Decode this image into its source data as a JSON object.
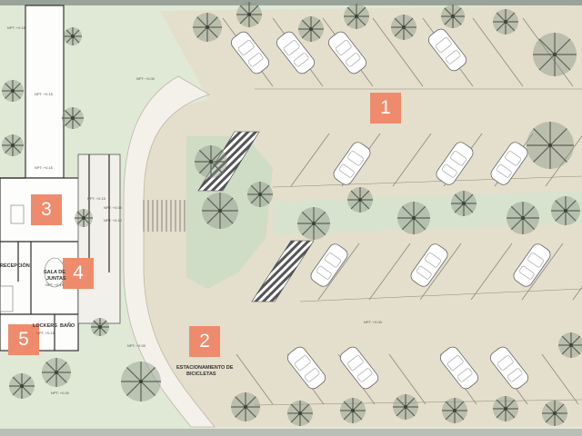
{
  "markers": [
    "1",
    "2",
    "3",
    "4",
    "5"
  ],
  "labels": {
    "level_parking_center": "NPT: +0.00",
    "level_parking_top": "NPT: +0.00",
    "level_corridor_a": "NPT: +0.15",
    "level_corridor_b": "NPT: +0.15",
    "level_corridor_c": "NPT: +0.15",
    "level_hall": "NPT: +0.15",
    "level_meeting": "NPT: +0.15",
    "level_stair_a": "NPT: +0.05",
    "level_stair_b": "NPT: +0.10",
    "level_west": "NPT: +0.15",
    "level_bike_a": "NPT: +0.05",
    "level_bike_b": "NPT: +0.00",
    "meeting_room_line1": "SALA DE",
    "meeting_room_line2": "JUNTAS",
    "reception": "RECEPCIÓN",
    "lockers": "LOCKERS",
    "bath": "BAÑO",
    "bike_parking_line1": "ESTACIONAMIENTO DE",
    "bike_parking_line2": "BICICLETAS"
  },
  "colors": {
    "paving": "#e4decd",
    "grass": "#dde8d4",
    "marker": "#ef8b6d",
    "building_floor": "#ffffff",
    "wall": "#2b2b2b"
  }
}
